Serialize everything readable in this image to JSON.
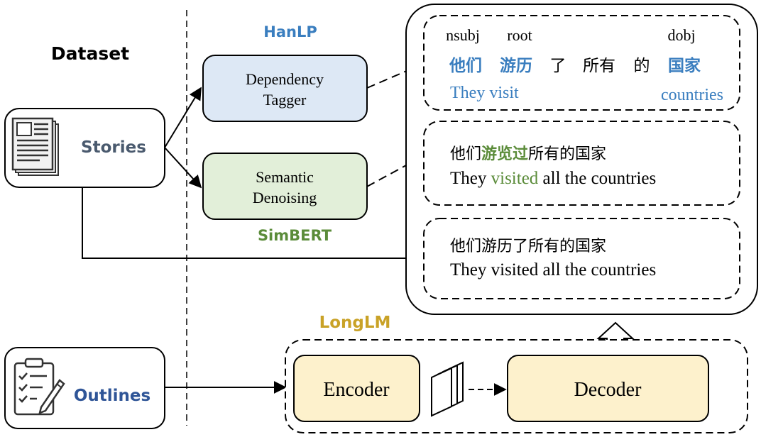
{
  "dataset_title": "Dataset",
  "stories_label": "Stories",
  "outlines_label": "Outlines",
  "hanlp_label": "HanLP",
  "dependency_tagger": {
    "line1": "Dependency",
    "line2": "Tagger"
  },
  "semantic_denoising": {
    "line1": "Semantic",
    "line2": "Denoising"
  },
  "simbert_label": "SimBERT",
  "longlm_label": "LongLM",
  "encoder_label": "Encoder",
  "decoder_label": "Decoder",
  "tagged_example": {
    "tags": {
      "nsubj": "nsubj",
      "root": "root",
      "dobj": "dobj"
    },
    "zh": {
      "w1": "他们",
      "w2": "游历",
      "w3": "了",
      "w4": "所有",
      "w5": "的",
      "w6": "国家"
    },
    "en": {
      "they_visit": "They visit",
      "countries": "countries"
    }
  },
  "denoised_example": {
    "zh_before": "他们",
    "zh_highlight": "游览过",
    "zh_after": "所有的国家",
    "en_before": "They ",
    "en_highlight": "visited",
    "en_after": " all the countries"
  },
  "original_example": {
    "zh": "他们游历了所有的国家",
    "en": "They visited all the countries"
  },
  "colors": {
    "hanlp": "#3a7ebf",
    "simbert": "#5b8c3a",
    "longlm": "#c9a227",
    "stories_text": "#4a5a6e",
    "outlines_text": "#2f5597",
    "dependency_fill": "#dde8f5",
    "semantic_fill": "#e2efd9",
    "enc_dec_fill": "#fdf1cc"
  }
}
